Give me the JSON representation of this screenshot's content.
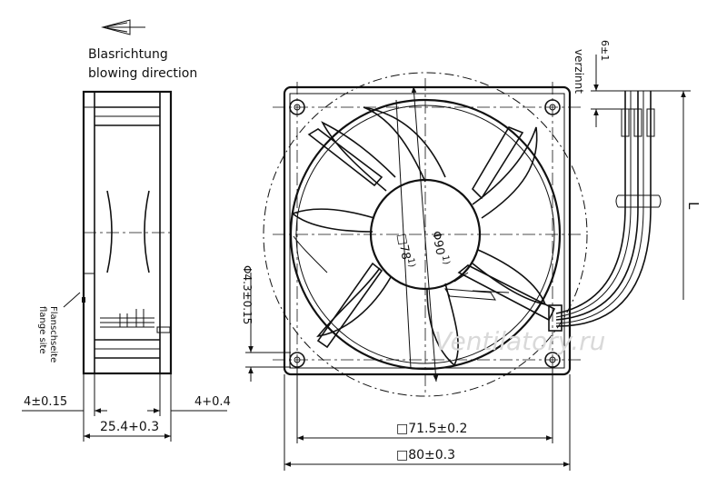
{
  "side_view": {
    "direction_de": "Blasrichtung",
    "direction_en": "blowing direction",
    "flange_de": "Flanschseite",
    "flange_en": "flange site",
    "dim_left": "4±0.15",
    "dim_right": "4+0.4",
    "dim_depth": "25.4+0.3"
  },
  "front_view": {
    "dim_hole": "Φ4.3±0.15",
    "dim_circle": "Φ90",
    "circle_note": "1)",
    "dim_square_inner": "□78",
    "square_note": "1)",
    "dim_pitch": "□71.5±0.2",
    "dim_outer": "□80±0.3"
  },
  "cable": {
    "dim_strip": "6±1",
    "tinned": "verzinnt",
    "length_label": "L"
  },
  "watermark": "Ventilatory.ru"
}
